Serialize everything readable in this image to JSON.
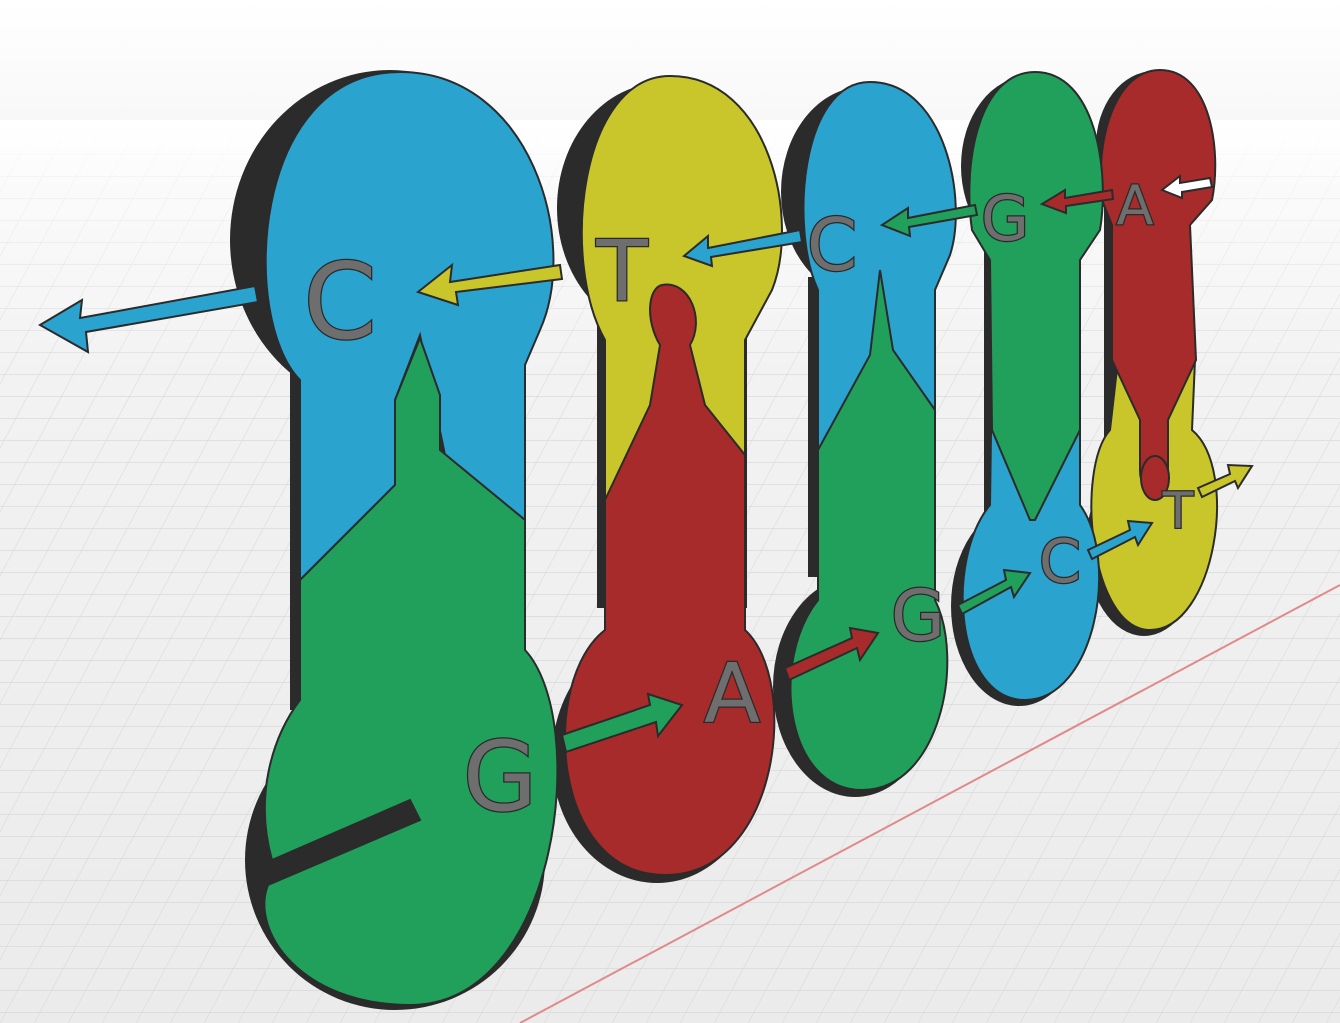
{
  "colors": {
    "C": "#2aa3cf",
    "T": "#c9c62b",
    "G": "#21a05c",
    "A": "#a82b2b",
    "edge": "#2b2b2b",
    "grid": "#d7d7d7",
    "axis": "#e08a8a"
  },
  "strands": {
    "top": [
      "C",
      "T",
      "C",
      "G",
      "A"
    ],
    "bottom": [
      "G",
      "A",
      "G",
      "C",
      "T"
    ]
  },
  "icons": [
    "arrow-left-icon",
    "arrow-right-icon"
  ]
}
